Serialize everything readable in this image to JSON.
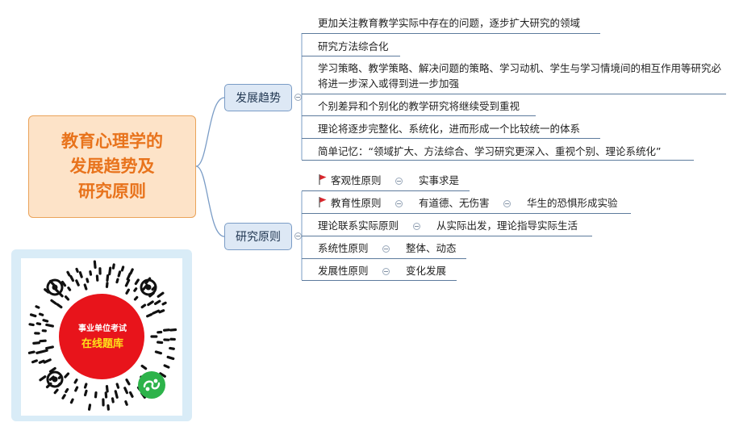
{
  "central": {
    "title": "教育心理学的\n发展趋势及\n研究原则"
  },
  "branches": [
    {
      "label": "发展趋势",
      "topics": [
        {
          "text": "更加关注教育教学实际中存在的问题，逐步扩大研究的领域"
        },
        {
          "text": "研究方法综合化"
        },
        {
          "text": "学习策略、教学策略、解决问题的策略、学习动机、学生与学习情境间的相互作用等研究必将进一步深入或得到进一步加强"
        },
        {
          "text": "个别差异和个别化的教学研究将继续受到重视"
        },
        {
          "text": "理论将逐步完整化、系统化，进而形成一个比较统一的体系"
        },
        {
          "text": "简单记忆：“领域扩大、方法综合、学习研究更深入、重视个别、理论系统化”"
        }
      ]
    },
    {
      "label": "研究原则",
      "topics": [
        {
          "text": "客观性原则",
          "flag": true,
          "sub": [
            "实事求是"
          ]
        },
        {
          "text": "教育性原则",
          "flag": true,
          "sub": [
            "有道德、无伤害",
            "华生的恐惧形成实验"
          ]
        },
        {
          "text": "理论联系实际原则",
          "sub": [
            "从实际出发，理论指导实际生活"
          ]
        },
        {
          "text": "系统性原则",
          "sub": [
            "整体、动态"
          ]
        },
        {
          "text": "发展性原则",
          "sub": [
            "变化发展"
          ]
        }
      ]
    }
  ],
  "qr": {
    "line1": "事业单位考试",
    "line2": "在线题库"
  },
  "colors": {
    "central_text": "#e8731c",
    "line": "#5d7b9d",
    "flag": "#d9262c",
    "qr_circle": "#e8141b"
  }
}
